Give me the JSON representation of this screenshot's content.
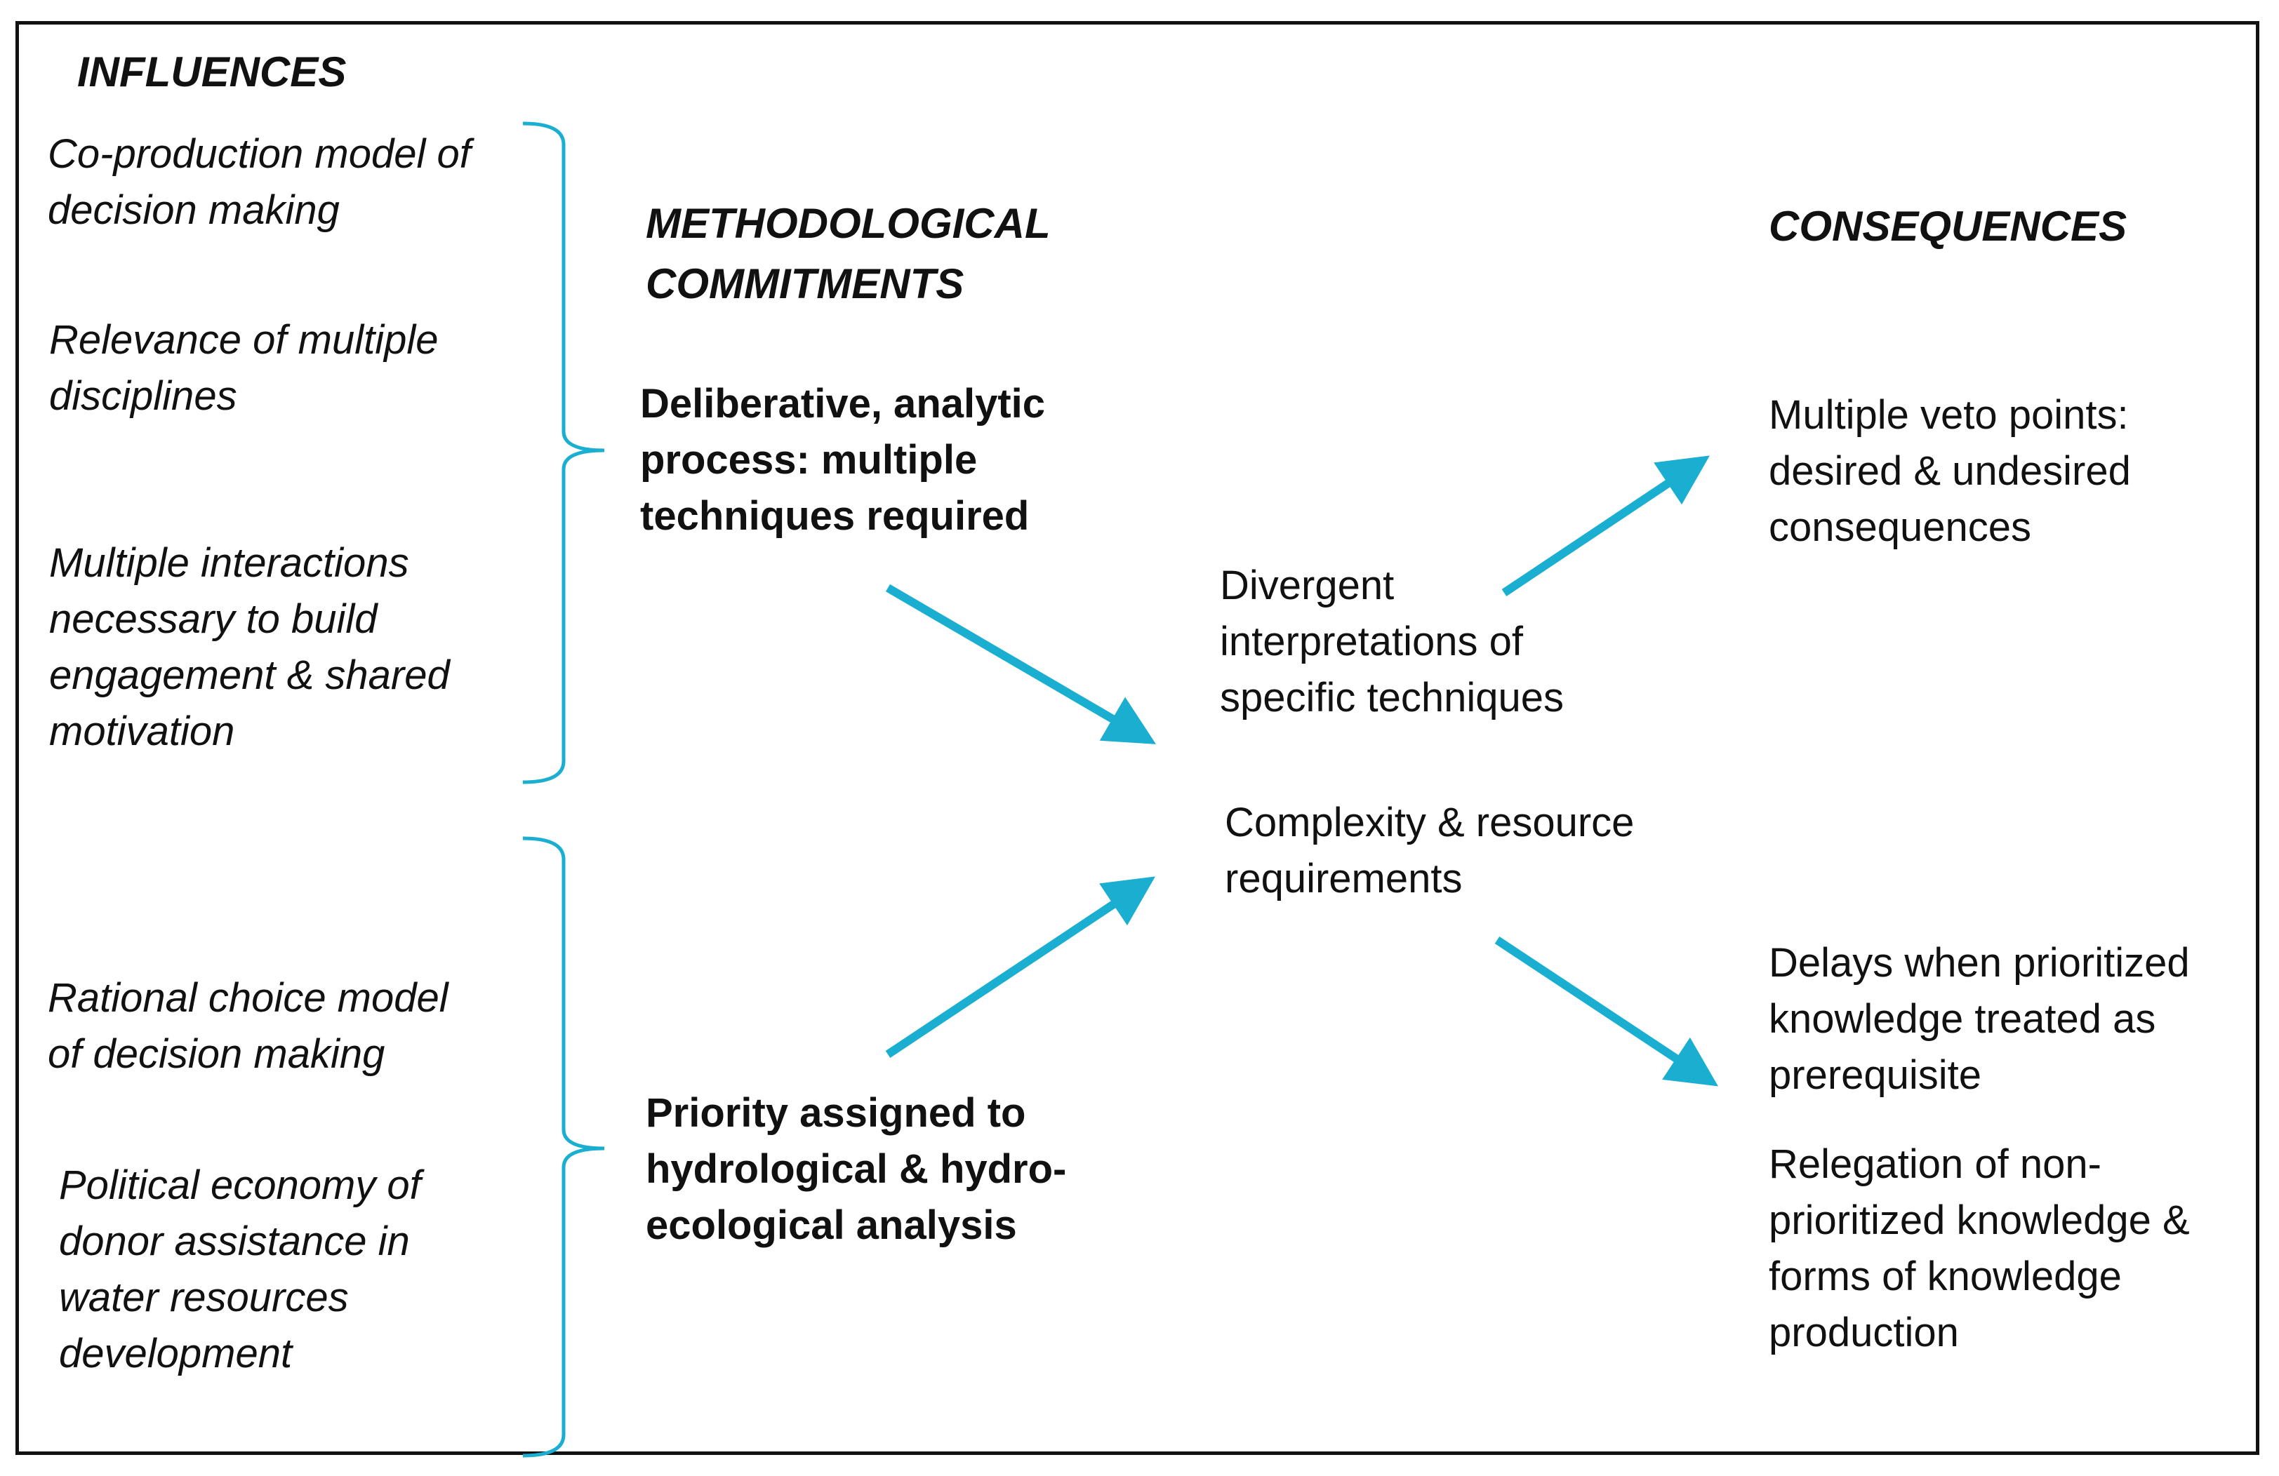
{
  "headings": {
    "influences": "INFLUENCES",
    "commitments": "METHODOLOGICAL\nCOMMITMENTS",
    "consequences": "CONSEQUENCES"
  },
  "influences": {
    "co_production": "Co-production model of\ndecision making",
    "disciplines": "Relevance of multiple\ndisciplines",
    "interactions": "Multiple interactions\nnecessary to build\nengagement & shared\nmotivation",
    "rational_choice": "Rational choice model\nof decision making",
    "political_economy": "Political economy of\ndonor assistance in\nwater resources\ndevelopment"
  },
  "commitments": {
    "deliberative": "Deliberative, analytic\nprocess: multiple\ntechniques required",
    "priority": "Priority assigned to\nhydrological & hydro-\necological analysis"
  },
  "middle": {
    "divergent": "Divergent\ninterpretations of\nspecific techniques",
    "complexity": "Complexity & resource\nrequirements"
  },
  "consequences": {
    "veto": "Multiple veto points:\ndesired & undesired\nconsequences",
    "delays": "Delays when prioritized\nknowledge treated as\nprerequisite",
    "relegation": "Relegation of non-\nprioritized knowledge &\nforms of knowledge\nproduction"
  },
  "colors": {
    "arrow": "#1AAFD0",
    "brace": "#1AAFD0",
    "text": "#111111",
    "border": "#111111"
  }
}
